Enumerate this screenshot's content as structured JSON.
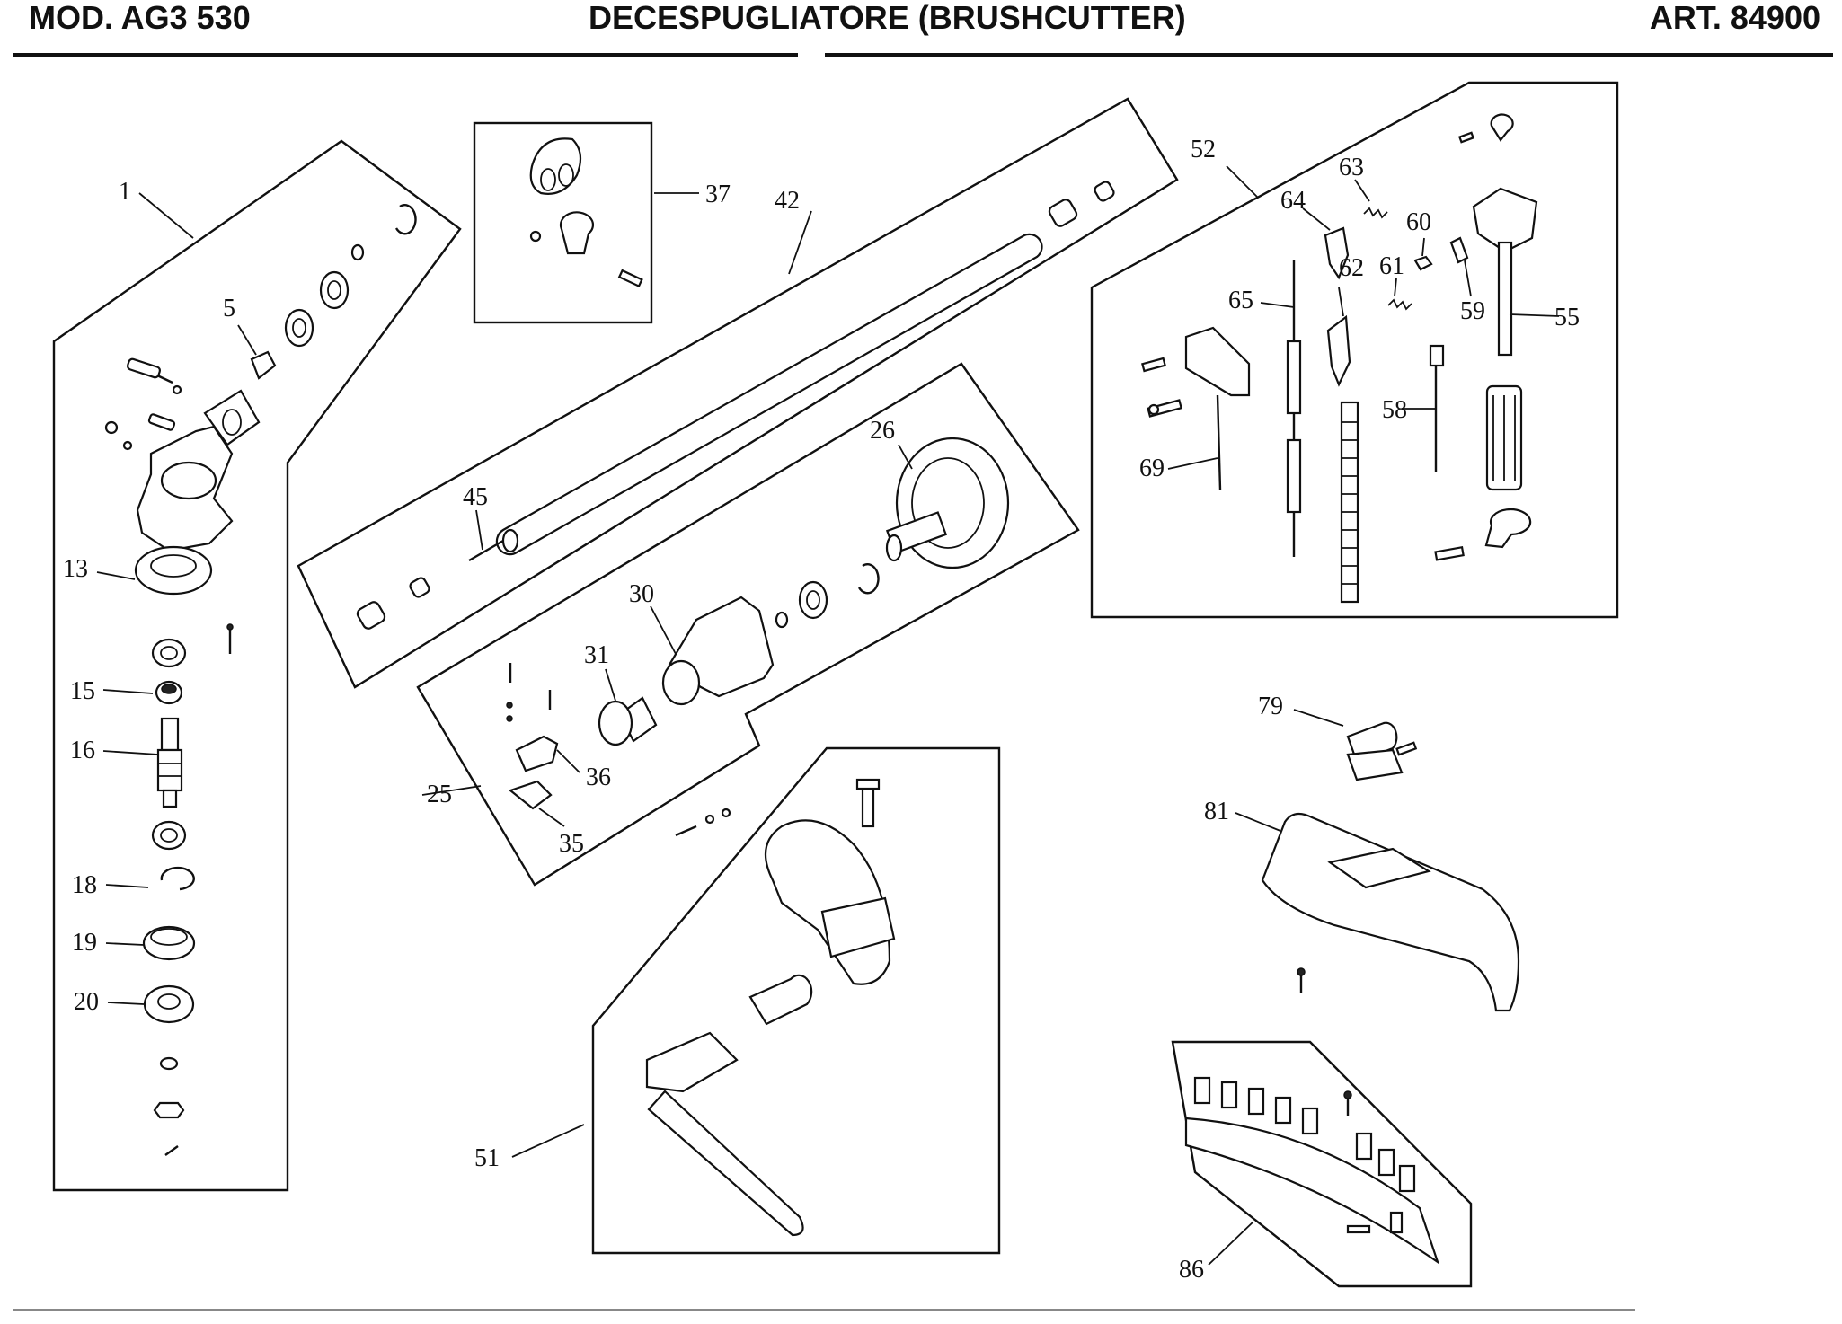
{
  "header": {
    "model": "MOD. AG3 530",
    "title": "DECESPUGLIATORE (BRUSHCUTTER)",
    "article": "ART. 84900"
  },
  "callouts": {
    "c1": "1",
    "c5": "5",
    "c13": "13",
    "c15": "15",
    "c16": "16",
    "c18": "18",
    "c19": "19",
    "c20": "20",
    "c25": "25",
    "c26": "26",
    "c30": "30",
    "c31": "31",
    "c35": "35",
    "c36": "36",
    "c37": "37",
    "c42": "42",
    "c45": "45",
    "c51": "51",
    "c52": "52",
    "c55": "55",
    "c58": "58",
    "c59": "59",
    "c60": "60",
    "c61": "61",
    "c62": "62",
    "c63": "63",
    "c64": "64",
    "c65": "65",
    "c69": "69",
    "c79": "79",
    "c81": "81",
    "c86": "86"
  }
}
